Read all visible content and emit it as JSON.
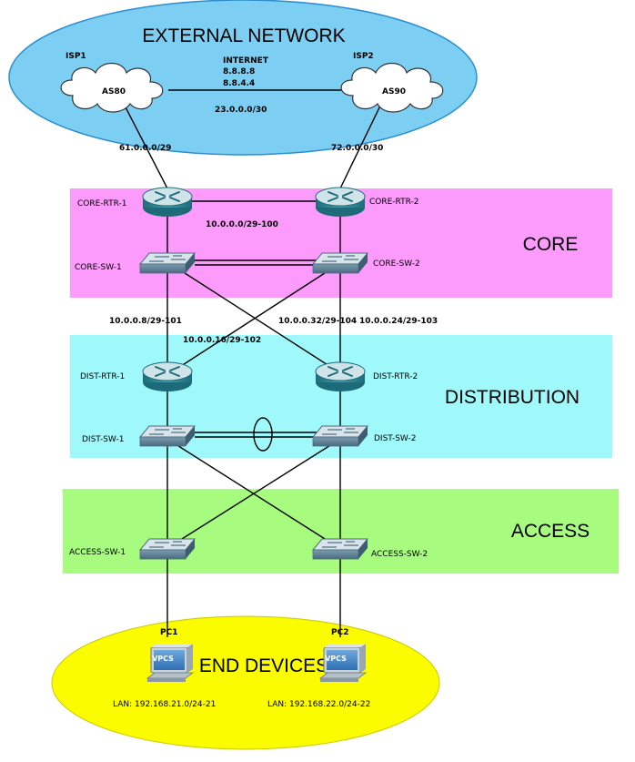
{
  "zones": {
    "external": "EXTERNAL NETWORK",
    "core": "CORE",
    "distribution": "DISTRIBUTION",
    "access": "ACCESS",
    "end_devices": "END DEVICES"
  },
  "colors": {
    "external": "#7ccff2",
    "core": "#fd9bfd",
    "distribution": "#9ff9fb",
    "access": "#a7fb7f",
    "end_devices": "#fcfc00",
    "device_body": "#2d8a9a",
    "device_top": "#c6d9df",
    "switch_body": "#6e8fa4"
  },
  "isp": {
    "isp1_label": "ISP1",
    "isp2_label": "ISP2",
    "as80": "AS80",
    "as90": "AS90",
    "internet": "INTERNET",
    "dns1": "8.8.8.8",
    "dns2": "8.8.4.4",
    "isp_link": "23.0.0.0/30",
    "link_isp1": "61.0.0.0/29",
    "link_isp2": "72.0.0.0/30"
  },
  "core": {
    "rtr1": "CORE-RTR-1",
    "rtr2": "CORE-RTR-2",
    "sw1": "CORE-SW-1",
    "sw2": "CORE-SW-2",
    "vlan_100": "10.0.0.0/29-100"
  },
  "links": {
    "vlan_101": "10.0.0.8/29-101",
    "vlan_102": "10.0.0.16/29-102",
    "vlan_104": "10.0.0.32/29-104",
    "vlan_103": "10.0.0.24/29-103"
  },
  "distribution": {
    "rtr1": "DIST-RTR-1",
    "rtr2": "DIST-RTR-2",
    "sw1": "DIST-SW-1",
    "sw2": "DIST-SW-2"
  },
  "access": {
    "sw1": "ACCESS-SW-1",
    "sw2": "ACCESS-SW-2"
  },
  "end_devices": {
    "pc1": "PC1",
    "pc2": "PC2",
    "vpcs1": "VPCS",
    "vpcs2": "VPCS",
    "lan1": "LAN: 192.168.21.0/24-21",
    "lan2": "LAN: 192.168.22.0/24-22"
  }
}
